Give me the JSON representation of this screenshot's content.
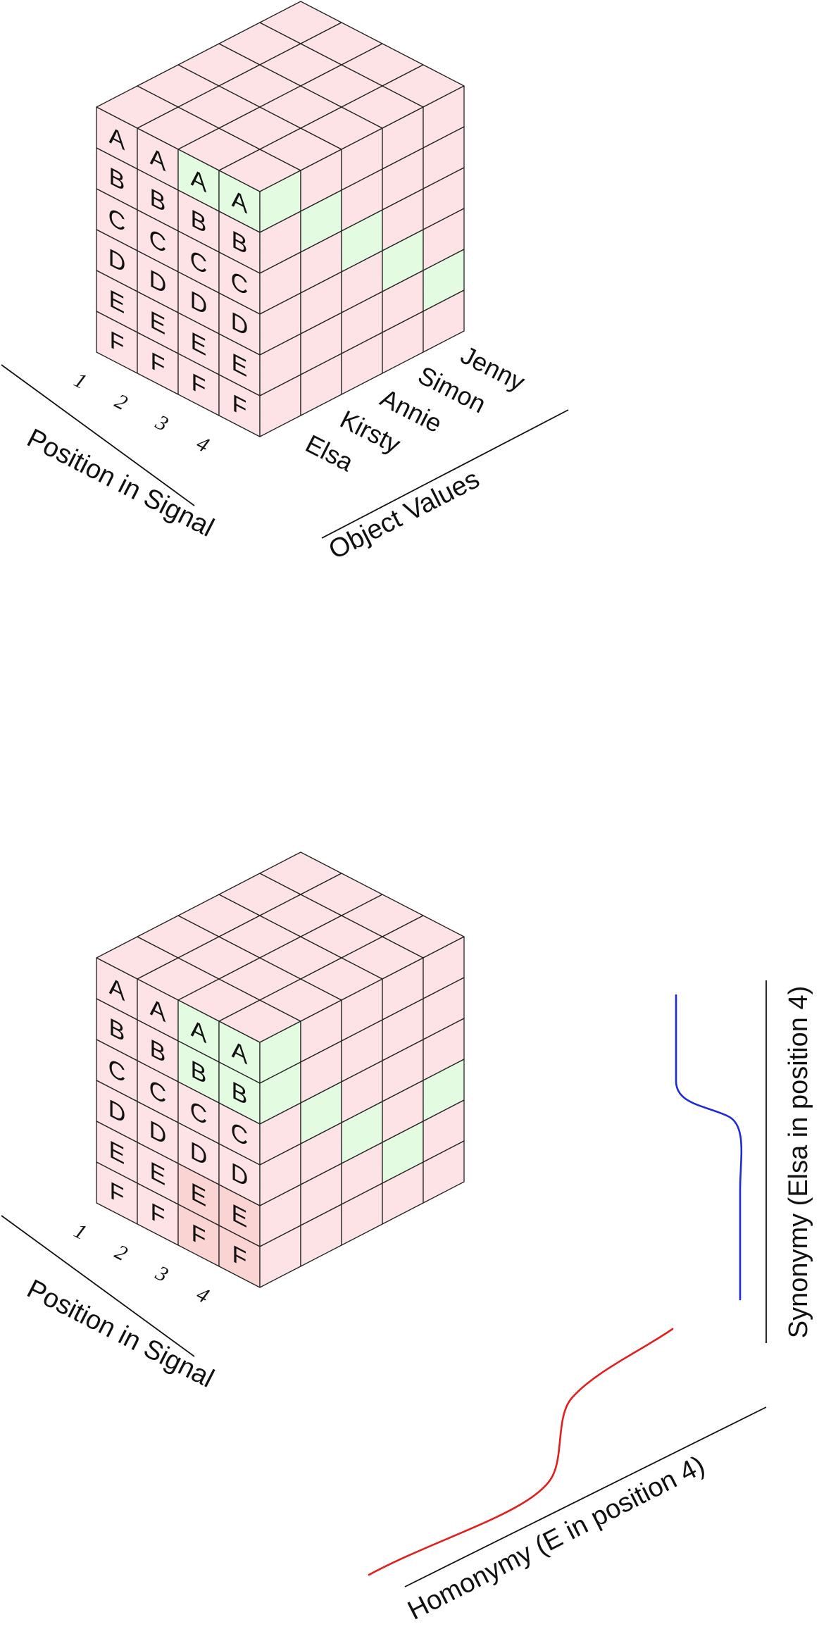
{
  "letters": [
    "A",
    "B",
    "C",
    "D",
    "E",
    "F"
  ],
  "positions": [
    "1",
    "2",
    "3",
    "4"
  ],
  "object_values": [
    "Elsa",
    "Kirsty",
    "Annie",
    "Simon",
    "Jenny"
  ],
  "position_axis_label": "Position in Signal",
  "object_axis_label": "Object Values",
  "synonymy_label": "Synonymy (Elsa in position 4)",
  "homonymy_label": "Homonymy (E in position 4)",
  "colors": {
    "cell_default": "#fde3e5",
    "cell_highlight": "#e3fbe1",
    "cell_gradient_tint": "#f9d4d3",
    "synonymy_curve": "#1f2ad8",
    "homonymy_curve": "#e01f1f",
    "grid_line": "#222222"
  },
  "top_cube": {
    "front_highlight": [
      {
        "position": 3,
        "letter": "A"
      },
      {
        "position": 4,
        "letter": "A"
      }
    ],
    "side_highlight": [
      {
        "object": "Elsa",
        "letter": "A"
      },
      {
        "object": "Kirsty",
        "letter": "B"
      },
      {
        "object": "Annie",
        "letter": "C"
      },
      {
        "object": "Simon",
        "letter": "D"
      },
      {
        "object": "Jenny",
        "letter": "E"
      }
    ]
  },
  "bottom_cube": {
    "front_highlight": [
      {
        "position": 3,
        "letter": "A"
      },
      {
        "position": 3,
        "letter": "B"
      },
      {
        "position": 4,
        "letter": "A"
      },
      {
        "position": 4,
        "letter": "B"
      }
    ],
    "side_highlight": [
      {
        "object": "Elsa",
        "letter": "A"
      },
      {
        "object": "Elsa",
        "letter": "B"
      },
      {
        "object": "Kirsty",
        "letter": "C"
      },
      {
        "object": "Annie",
        "letter": "D"
      },
      {
        "object": "Simon",
        "letter": "E"
      },
      {
        "object": "Jenny",
        "letter": "D"
      }
    ]
  }
}
